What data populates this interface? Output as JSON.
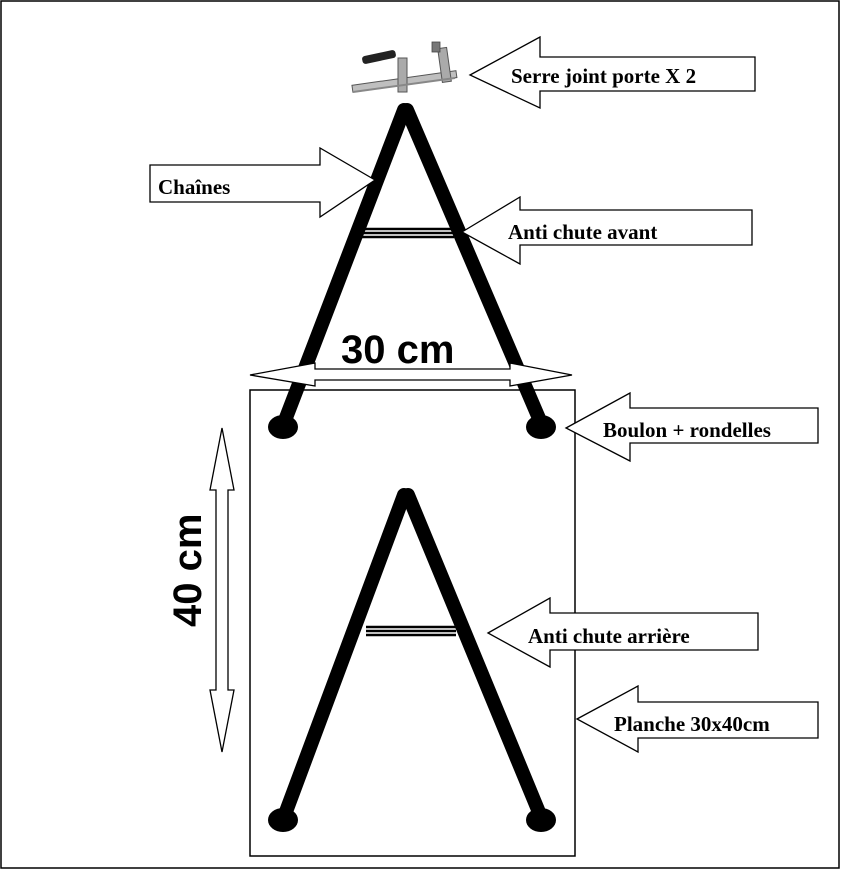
{
  "labels": {
    "clamp": "Serre joint porte X 2",
    "chains": "Chaînes",
    "front_guard": "Anti chute avant",
    "bolt": "Boulon + rondelles",
    "rear_guard": "Anti chute arrière",
    "board": "Planche 30x40cm"
  },
  "dimensions": {
    "width": "30 cm",
    "height": "40 cm"
  },
  "icons": {
    "clamp": "clamp-icon"
  }
}
